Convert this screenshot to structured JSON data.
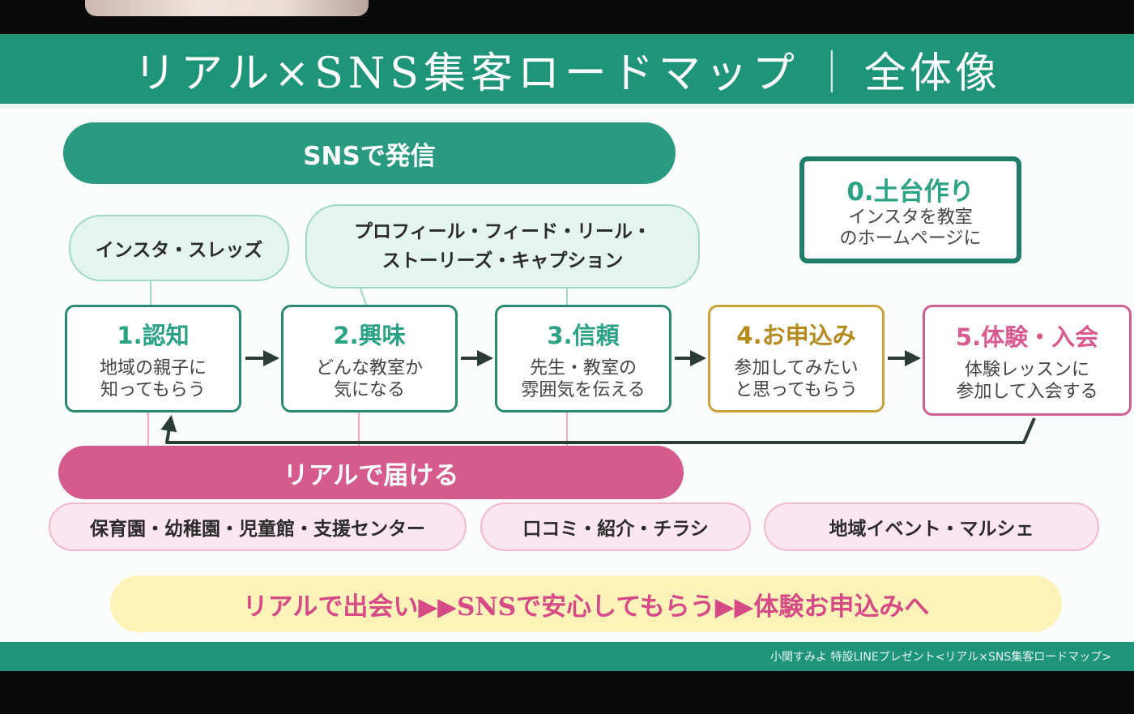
{
  "title": {
    "main": "リアル×SNS集客ロードマップ",
    "separator": "｜",
    "sub": "全体像"
  },
  "sns_band": "SNSで発信",
  "sns_tags": [
    {
      "lines": [
        "インスタ・スレッズ"
      ]
    },
    {
      "lines": [
        "プロフィール・フィード・リール・",
        "ストーリーズ・キャプション"
      ]
    }
  ],
  "steps": [
    {
      "title": "1.認知",
      "desc": "地域の親子に\n知ってもらう"
    },
    {
      "title": "2.興味",
      "desc": "どんな教室か\n気になる"
    },
    {
      "title": "3.信頼",
      "desc": "先生・教室の\n雰囲気を伝える"
    },
    {
      "title": "4.お申込み",
      "desc": "参加してみたい\nと思ってもらう"
    },
    {
      "title": "5.体験・入会",
      "desc": "体験レッスンに\n参加して入会する"
    }
  ],
  "foundation": {
    "title": "0.土台作り",
    "desc": "インスタを教室\nのホームページに"
  },
  "real_band": "リアルで届ける",
  "real_tags": [
    "保育園・幼稚園・児童館・支援センター",
    "口コミ・紹介・チラシ",
    "地域イベント・マルシェ"
  ],
  "banner": "リアルで出会い▶▶SNSで安心してもらう▶▶体験お申込みへ",
  "footer": "小関すみよ 特設LINEプレゼント<リアル×SNS集客ロードマップ>",
  "colors": {
    "teal": "#1e9479",
    "pink": "#d65b8d",
    "gold": "#c9a23c",
    "banner_bg": "#fdf3b8"
  }
}
